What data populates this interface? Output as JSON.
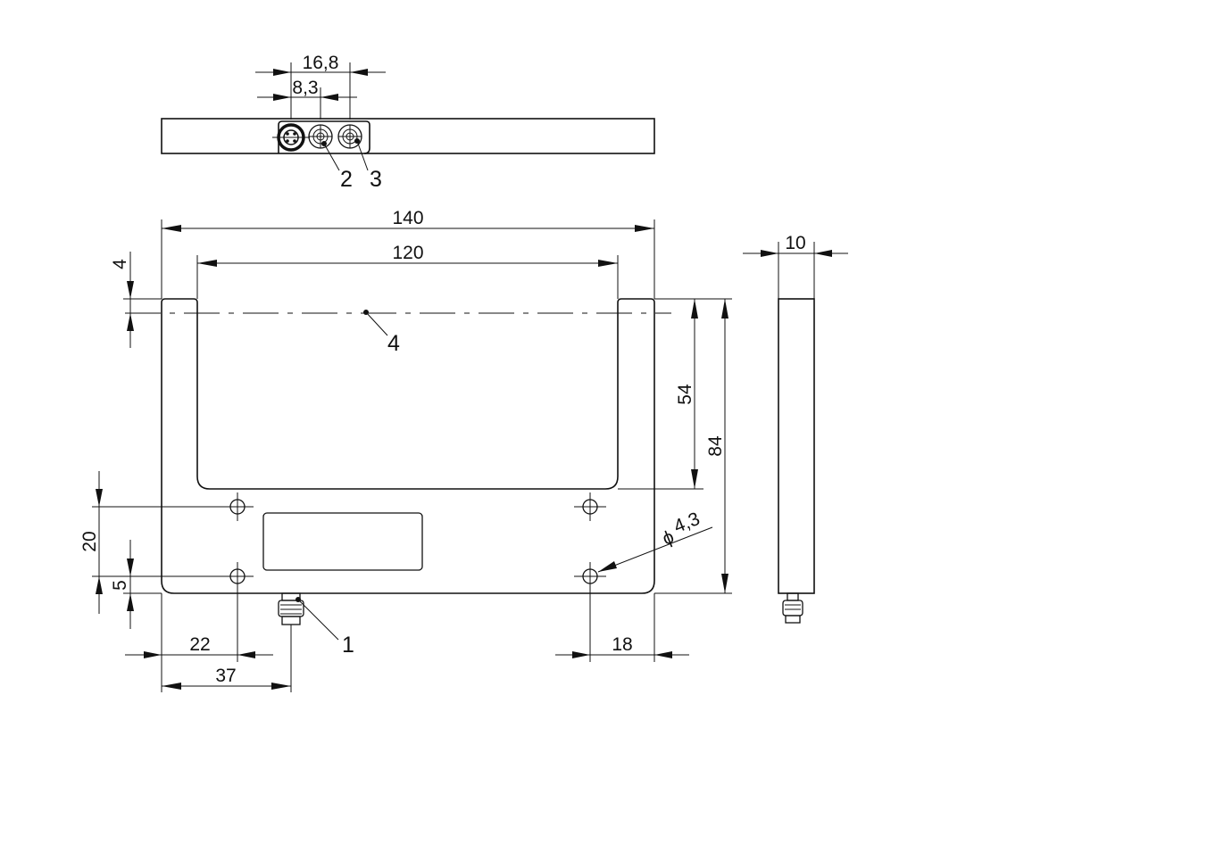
{
  "drawing": {
    "title": "",
    "views": [
      "top-view",
      "front-view",
      "side-view"
    ]
  },
  "dimensions": {
    "top_outer_spacing": "16,8",
    "top_inner_spacing": "8,3",
    "overall_width": "140",
    "slot_width": "120",
    "edge_offset": "4",
    "slot_depth": "54",
    "overall_height": "84",
    "depth": "10",
    "hole_vertical_spacing": "20",
    "hole_bottom_offset": "5",
    "hole_left_offset": "22",
    "connector_offset": "37",
    "hole_right_offset": "18",
    "hole_diameter": "4,3",
    "diameter_symbol": "ϕ"
  },
  "callouts": {
    "item_1": "1",
    "item_2": "2",
    "item_3": "3",
    "item_4": "4"
  },
  "colors": {
    "line": "#111111",
    "background": "#ffffff"
  }
}
